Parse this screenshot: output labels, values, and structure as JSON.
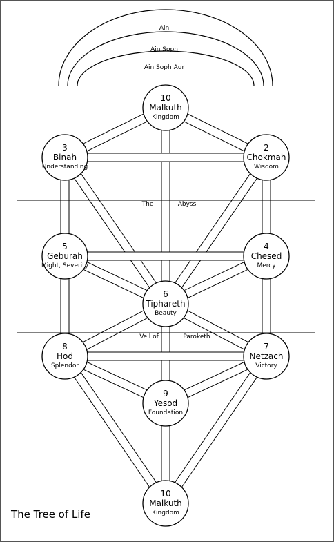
{
  "title": "The Tree of Life",
  "ain_arcs": [
    "Ain",
    "Ain Soph",
    "Ain Soph Aur"
  ],
  "veils": {
    "abyss": [
      "The",
      "Abyss"
    ],
    "paroketh": [
      "Veil of",
      "Paroketh"
    ]
  },
  "sephiroth": [
    {
      "id": "top",
      "number": "10",
      "name": "Malkuth",
      "meaning": "Kingdom"
    },
    {
      "id": "binah",
      "number": "3",
      "name": "Binah",
      "meaning": "Understanding"
    },
    {
      "id": "chokmah",
      "number": "2",
      "name": "Chokmah",
      "meaning": "Wisdom"
    },
    {
      "id": "geburah",
      "number": "5",
      "name": "Geburah",
      "meaning": "Might, Severity"
    },
    {
      "id": "chesed",
      "number": "4",
      "name": "Chesed",
      "meaning": "Mercy"
    },
    {
      "id": "tiphareth",
      "number": "6",
      "name": "Tiphareth",
      "meaning": "Beauty"
    },
    {
      "id": "hod",
      "number": "8",
      "name": "Hod",
      "meaning": "Splendor"
    },
    {
      "id": "netzach",
      "number": "7",
      "name": "Netzach",
      "meaning": "Victory"
    },
    {
      "id": "yesod",
      "number": "9",
      "name": "Yesod",
      "meaning": "Foundation"
    },
    {
      "id": "bottom",
      "number": "10",
      "name": "Malkuth",
      "meaning": "Kingdom"
    }
  ],
  "paths": [
    [
      "top",
      "binah"
    ],
    [
      "top",
      "chokmah"
    ],
    [
      "top",
      "tiphareth"
    ],
    [
      "binah",
      "chokmah"
    ],
    [
      "binah",
      "geburah"
    ],
    [
      "binah",
      "tiphareth"
    ],
    [
      "chokmah",
      "chesed"
    ],
    [
      "chokmah",
      "tiphareth"
    ],
    [
      "geburah",
      "chesed"
    ],
    [
      "geburah",
      "tiphareth"
    ],
    [
      "geburah",
      "hod"
    ],
    [
      "chesed",
      "tiphareth"
    ],
    [
      "chesed",
      "netzach"
    ],
    [
      "tiphareth",
      "hod"
    ],
    [
      "tiphareth",
      "netzach"
    ],
    [
      "tiphareth",
      "yesod"
    ],
    [
      "hod",
      "netzach"
    ],
    [
      "hod",
      "yesod"
    ],
    [
      "hod",
      "bottom"
    ],
    [
      "netzach",
      "yesod"
    ],
    [
      "netzach",
      "bottom"
    ],
    [
      "yesod",
      "bottom"
    ]
  ],
  "colors": {
    "stroke": "#000000",
    "fill": "#ffffff",
    "frame": "#555555"
  }
}
